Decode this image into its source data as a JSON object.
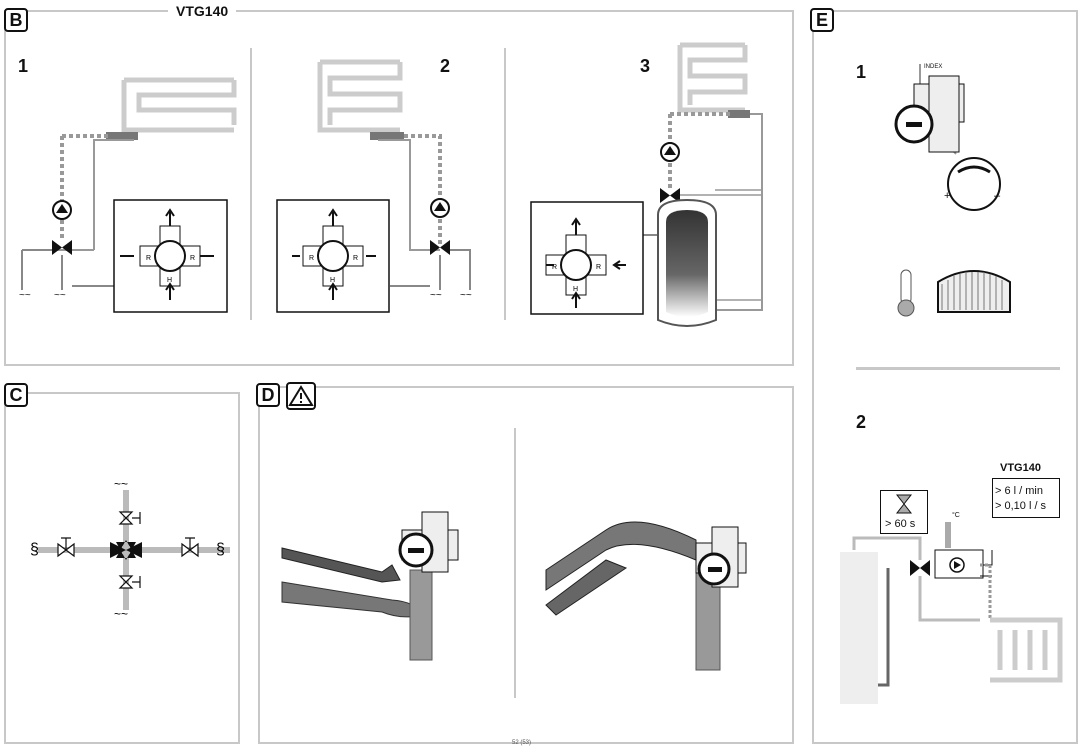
{
  "sections": {
    "B": {
      "badge": "B",
      "title": "VTG140",
      "step1": "1",
      "step2": "2",
      "step3": "3"
    },
    "C": {
      "badge": "C"
    },
    "D": {
      "badge": "D",
      "warning_icon": "warning-triangle-icon"
    },
    "E": {
      "badge": "E",
      "step1": "1",
      "step2": "2",
      "index_label": "INDEX",
      "model": "VTG140",
      "flow1": "> 6 l / min",
      "flow2": "> 0,10 l / s",
      "timer": "> 60 s",
      "temp_unit": "°C",
      "plus": "+",
      "minus": "–"
    }
  },
  "valve_labels": {
    "R": "R",
    "H": "H"
  },
  "footer": {
    "page": "52 (53)"
  },
  "colors": {
    "border": "#c8c8c8",
    "pipe": "#888888",
    "dark": "#111111"
  }
}
